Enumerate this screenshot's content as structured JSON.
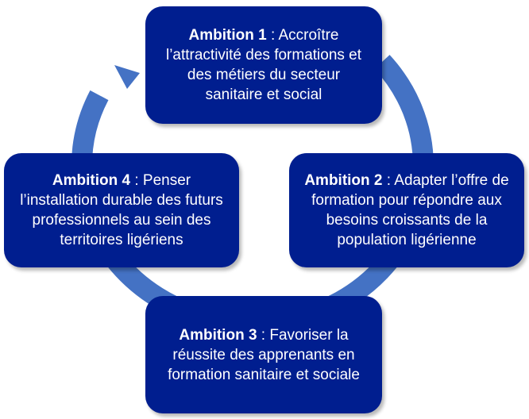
{
  "diagram": {
    "colors": {
      "box_fill": "#001e8f",
      "box_text": "#ffffff",
      "arrow": "#4472c4"
    },
    "ambitions": [
      {
        "label": "Ambition 1",
        "separator": " : ",
        "text": "Accroître l’attractivité des formations et des métiers du secteur sanitaire et social"
      },
      {
        "label": "Ambition 2",
        "separator": " : ",
        "text": "Adapter l’offre de formation pour répondre aux besoins croissants de la population ligérienne"
      },
      {
        "label": "Ambition 3",
        "separator": " : ",
        "text": "Favoriser la réussite des apprenants en formation sanitaire et sociale"
      },
      {
        "label": "Ambition 4",
        "separator": " : ",
        "text": "Penser l’installation durable des futurs professionnels au sein des territoires ligériens"
      }
    ]
  }
}
